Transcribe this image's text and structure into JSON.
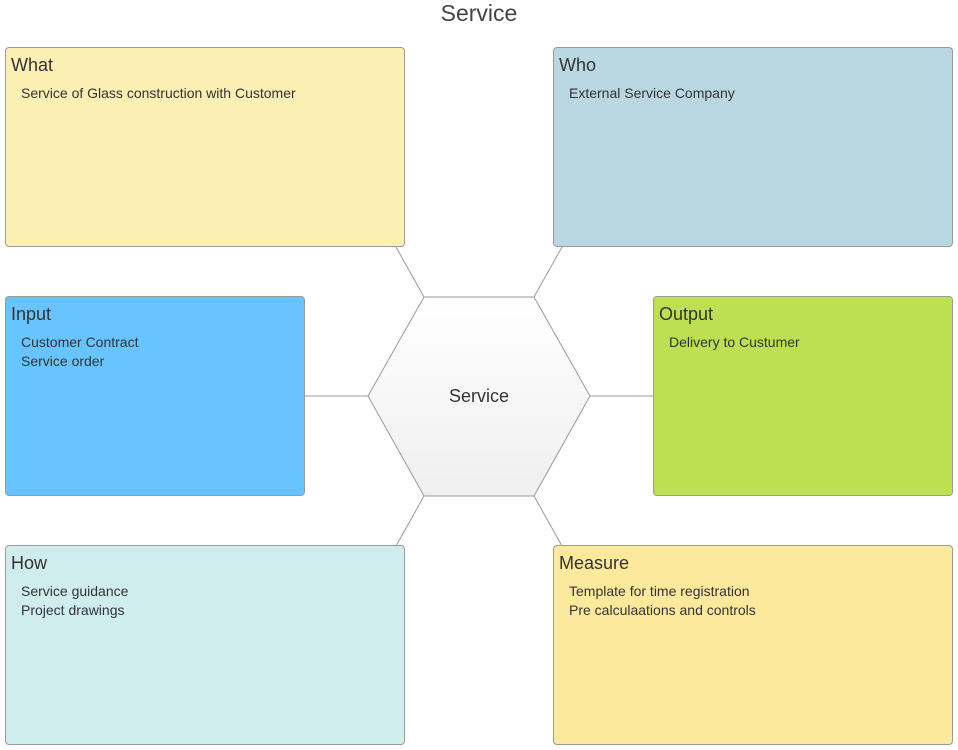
{
  "title": "Service",
  "center": {
    "label": "Service",
    "fill_top": "#ffffff",
    "fill_bottom": "#efefef"
  },
  "boxes": [
    {
      "id": "what",
      "title": "What",
      "color": "#fcefb4",
      "lines": [
        "Service of Glass construction with Customer"
      ]
    },
    {
      "id": "who",
      "title": "Who",
      "color": "#b9d7e1",
      "lines": [
        "External Service Company"
      ]
    },
    {
      "id": "input",
      "title": "Input",
      "color": "#68c4fe",
      "lines": [
        "Customer Contract",
        "Service order"
      ]
    },
    {
      "id": "output",
      "title": "Output",
      "color": "#bde052",
      "lines": [
        "Delivery to Custumer"
      ]
    },
    {
      "id": "how",
      "title": "How",
      "color": "#d0eded",
      "lines": [
        "Service guidance",
        "Project drawings"
      ]
    },
    {
      "id": "measure",
      "title": "Measure",
      "color": "#fde99c",
      "lines": [
        "Template for time registration",
        "Pre calculaations and controls"
      ]
    }
  ]
}
